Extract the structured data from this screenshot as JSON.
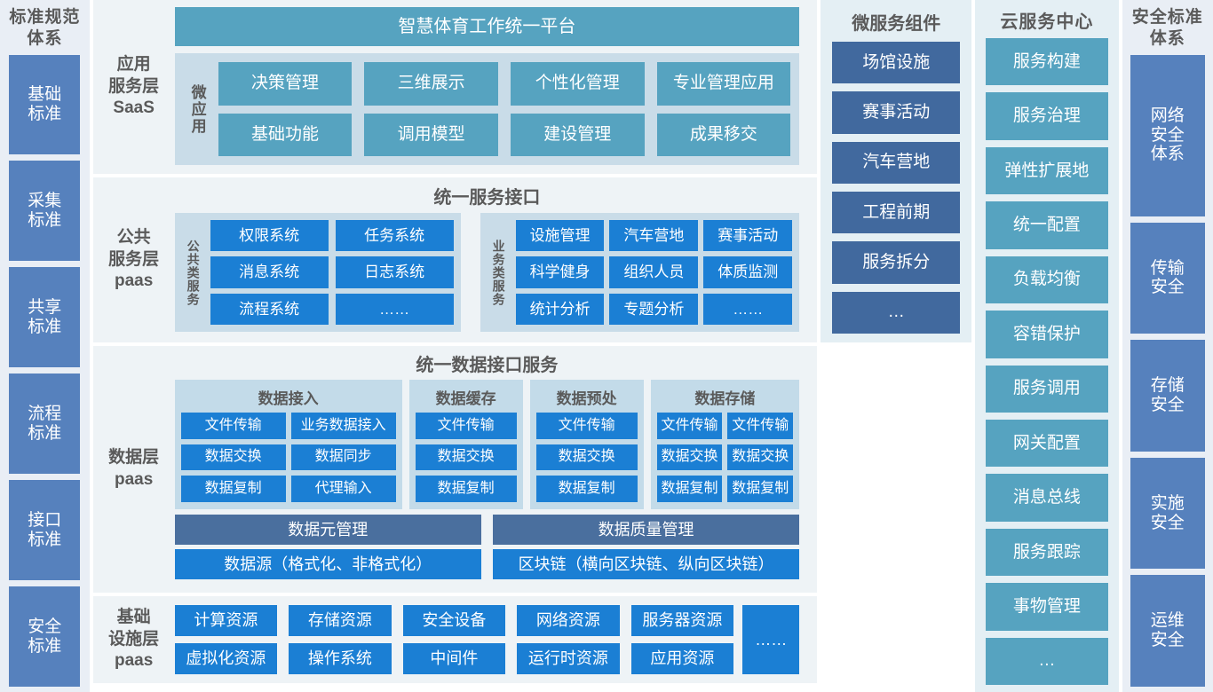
{
  "left_standards": {
    "title": "标准规范\n体系",
    "title_line1": "标准规范",
    "title_line2": "体系",
    "items": [
      {
        "label": "基础\n标准",
        "l1": "基础",
        "l2": "标准"
      },
      {
        "label": "采集\n标准",
        "l1": "采集",
        "l2": "标准"
      },
      {
        "label": "共享\n标准",
        "l1": "共享",
        "l2": "标准"
      },
      {
        "label": "流程\n标准",
        "l1": "流程",
        "l2": "标准"
      },
      {
        "label": "接口\n标准",
        "l1": "接口",
        "l2": "标准"
      },
      {
        "label": "安全\n标准",
        "l1": "安全",
        "l2": "标准"
      }
    ]
  },
  "right_security": {
    "title_line1": "安全标准",
    "title_line2": "体系",
    "items": [
      {
        "l1": "网络",
        "l2": "安全",
        "l3": "体系",
        "tall": true
      },
      {
        "l1": "传输",
        "l2": "安全",
        "l3": "",
        "tall": false
      },
      {
        "l1": "存储",
        "l2": "安全",
        "l3": "",
        "tall": false
      },
      {
        "l1": "实施",
        "l2": "安全",
        "l3": "",
        "tall": false
      },
      {
        "l1": "运维",
        "l2": "安全",
        "l3": "",
        "tall": false
      }
    ]
  },
  "application_layer": {
    "layer_label_l1": "应用",
    "layer_label_l2": "服务层",
    "layer_label_l3": "SaaS",
    "platform_title": "智慧体育工作统一平台",
    "group_label": "微应用",
    "apps": [
      "决策管理",
      "三维展示",
      "个性化管理",
      "专业管理应用",
      "基础功能",
      "调用模型",
      "建设管理",
      "成果移交"
    ]
  },
  "public_service_layer": {
    "layer_label_l1": "公共",
    "layer_label_l2": "服务层",
    "layer_label_l3": "paas",
    "title": "统一服务接口",
    "group_common": {
      "label": "公共类服务",
      "items": [
        "权限系统",
        "任务系统",
        "消息系统",
        "日志系统",
        "流程系统",
        "……"
      ]
    },
    "group_business": {
      "label": "业务类服务",
      "items": [
        "设施管理",
        "汽车营地",
        "赛事活动",
        "科学健身",
        "组织人员",
        "体质监测",
        "统计分析",
        "专题分析",
        "……"
      ]
    }
  },
  "data_layer": {
    "layer_label_l1": "数据层",
    "layer_label_l2": "paas",
    "title": "统一数据接口服务",
    "groups": [
      {
        "title": "数据接入",
        "items": [
          "文件传输",
          "业务数据接入",
          "数据交换",
          "数据同步",
          "数据复制",
          "代理输入"
        ]
      },
      {
        "title": "数据缓存",
        "items": [
          "文件传输",
          "数据交换",
          "数据复制"
        ]
      },
      {
        "title": "数据预处",
        "items": [
          "文件传输",
          "数据交换",
          "数据复制"
        ]
      },
      {
        "title": "数据存储",
        "items": [
          "文件传输",
          "文件传输",
          "数据交换",
          "数据交换",
          "数据复制",
          "数据复制"
        ]
      }
    ],
    "management_bars": [
      "数据元管理",
      "数据质量管理"
    ],
    "source_bars": [
      "数据源（格式化、非格式化）",
      "区块链（横向区块链、纵向区块链）"
    ]
  },
  "infrastructure_layer": {
    "layer_label_l1": "基础",
    "layer_label_l2": "设施层",
    "layer_label_l3": "paas",
    "items": [
      "计算资源",
      "存储资源",
      "安全设备",
      "网络资源",
      "服务器资源",
      "虚拟化资源",
      "操作系统",
      "中间件",
      "运行时资源",
      "应用资源"
    ],
    "more_label": "……"
  },
  "microservice_column": {
    "title": "微服务组件",
    "items": [
      "场馆设施",
      "赛事活动",
      "汽车营地",
      "工程前期",
      "服务拆分",
      "…"
    ]
  },
  "cloud_service_column": {
    "title": "云服务中心",
    "items": [
      "服务构建",
      "服务治理",
      "弹性扩展地",
      "统一配置",
      "负载均衡",
      "容错保护",
      "服务调用",
      "网关配置",
      "消息总线",
      "服务跟踪",
      "事物管理",
      "…"
    ]
  },
  "colors": {
    "bright_blue": "#1b7fd4",
    "teal": "#56a3c0",
    "slate_blue": "#41699e",
    "slate_light": "#4a6f9e",
    "sidebar_blue": "#5681bd",
    "panel_bg": "#eef3f6",
    "group_bg": "#c3dbe9",
    "column_bg": "#e4eff4",
    "sidecol_bg": "#e9eef5"
  }
}
